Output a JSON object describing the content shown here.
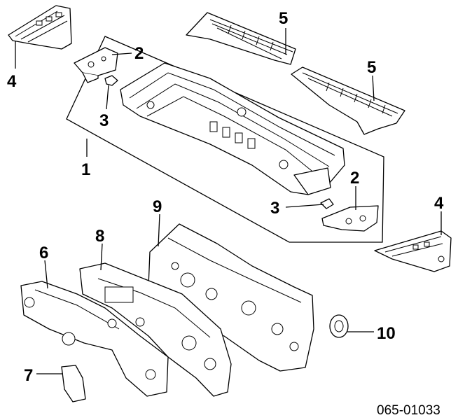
{
  "diagram": {
    "callouts": {
      "c1": "1",
      "c2a": "2",
      "c2b": "2",
      "c3a": "3",
      "c3b": "3",
      "c4a": "4",
      "c4b": "4",
      "c5a": "5",
      "c5b": "5",
      "c6": "6",
      "c7": "7",
      "c8": "8",
      "c9": "9",
      "c10": "10"
    },
    "reference_code": "065-01033"
  }
}
